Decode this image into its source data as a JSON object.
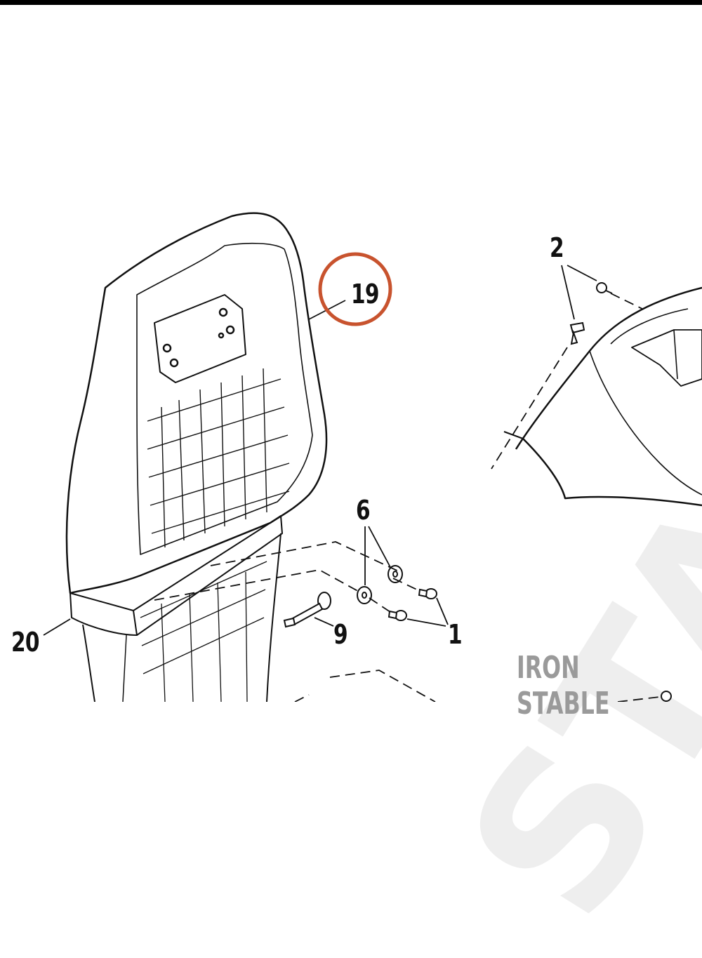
{
  "callouts": {
    "c19": "19",
    "c2": "2",
    "c6": "6",
    "c20": "20",
    "c9": "9",
    "c1": "1"
  },
  "watermark": {
    "text": "IRON STABLE",
    "big_text": "STA"
  },
  "colors": {
    "highlight_ring": "#c8532e",
    "line": "#111111",
    "watermark": "#9a9a9a"
  }
}
